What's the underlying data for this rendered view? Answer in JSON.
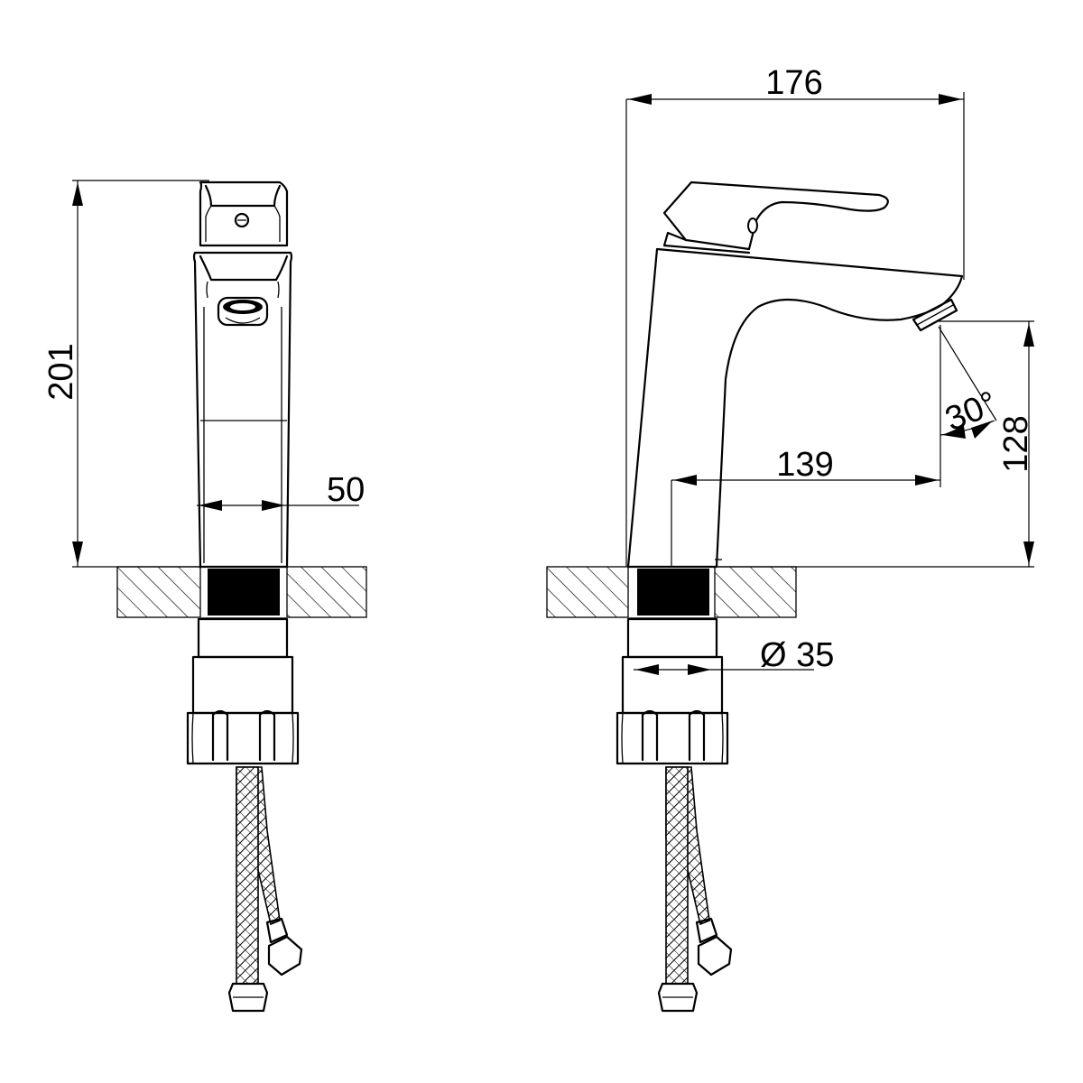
{
  "dimensions": {
    "height_total": "201",
    "body_width": "50",
    "total_length": "176",
    "spout_reach": "139",
    "spout_height": "128",
    "spout_angle": "30°",
    "mount_diameter": "Ø 35"
  },
  "colors": {
    "line": "#000000",
    "background": "#ffffff"
  }
}
